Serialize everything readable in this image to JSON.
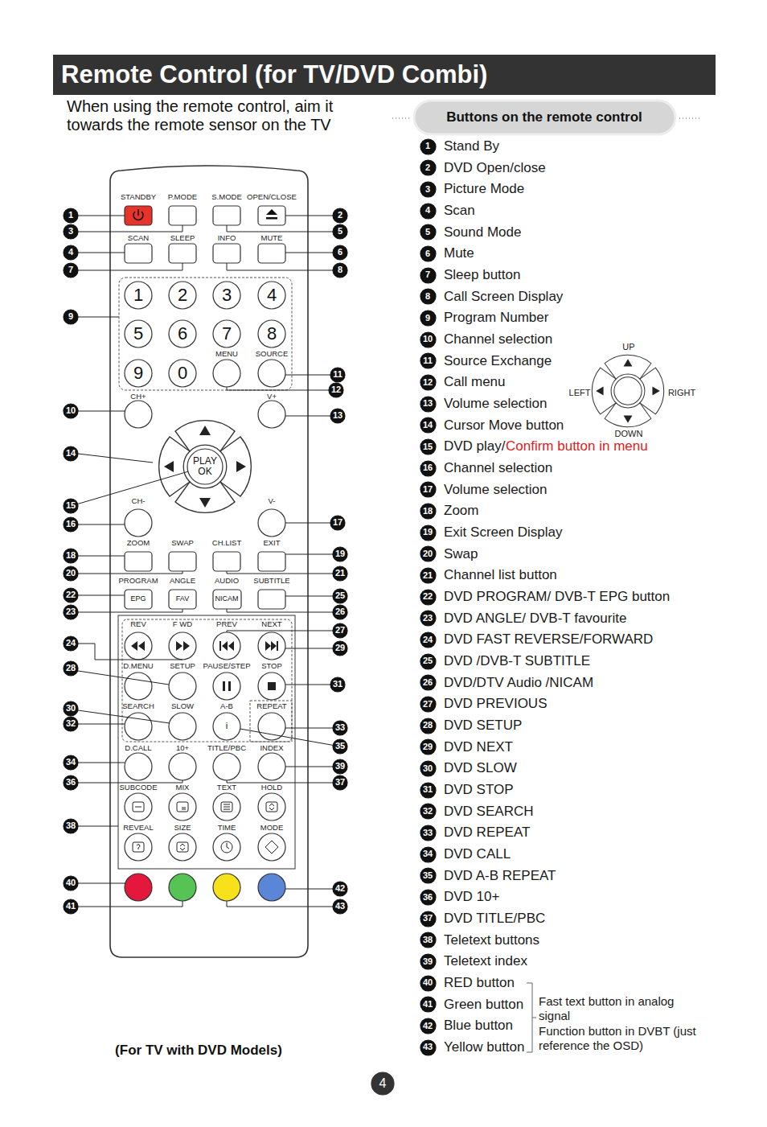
{
  "diagram": {
    "title": "Remote Control (for TV/DVD Combi)",
    "caption": "(For TV with DVD Models)",
    "nodes": [
      {
        "text": [
          "Buttons on the remote control"
        ]
      },
      {
        "text": [
          "1"
        ]
      },
      {
        "text": [
          "2"
        ]
      },
      {
        "text": [
          "3"
        ]
      },
      {
        "text": [
          "4"
        ]
      },
      {
        "text": [
          "5"
        ]
      },
      {
        "text": [
          "6"
        ]
      },
      {
        "text": [
          "7"
        ]
      },
      {
        "text": [
          "8"
        ]
      },
      {
        "text": [
          "9"
        ]
      },
      {
        "text": [
          "10"
        ]
      },
      {
        "text": [
          "11"
        ]
      },
      {
        "text": [
          "12"
        ]
      },
      {
        "text": [
          "13"
        ]
      },
      {
        "text": [
          "14"
        ]
      },
      {
        "text": [
          "15"
        ]
      },
      {
        "text": [
          "16"
        ]
      },
      {
        "text": [
          "17"
        ]
      },
      {
        "text": [
          "18"
        ]
      },
      {
        "text": [
          "19"
        ]
      },
      {
        "text": [
          "20"
        ]
      },
      {
        "text": [
          "21"
        ]
      },
      {
        "text": [
          "22"
        ]
      },
      {
        "text": [
          "23"
        ]
      },
      {
        "text": [
          "24"
        ]
      },
      {
        "text": [
          "25"
        ]
      },
      {
        "text": [
          "26"
        ]
      },
      {
        "text": [
          "27"
        ]
      },
      {
        "text": [
          "28"
        ]
      },
      {
        "text": [
          "29"
        ]
      },
      {
        "text": [
          "30"
        ]
      },
      {
        "text": [
          "31"
        ]
      },
      {
        "text": [
          "32"
        ]
      },
      {
        "text": [
          "33"
        ]
      },
      {
        "text": [
          "34"
        ]
      },
      {
        "text": [
          "35"
        ]
      },
      {
        "text": [
          "36"
        ]
      },
      {
        "text": [
          "37"
        ]
      },
      {
        "text": [
          "38"
        ]
      },
      {
        "text": [
          "39"
        ]
      },
      {
        "text": [
          "40"
        ]
      },
      {
        "text": [
          "41"
        ]
      },
      {
        "text": [
          "42"
        ]
      },
      {
        "text": [
          "43"
        ]
      },
      {
        "text": [
          "1"
        ]
      },
      {
        "text": [
          "2"
        ]
      },
      {
        "text": [
          "3"
        ]
      },
      {
        "text": [
          "4"
        ]
      },
      {
        "text": [
          "5"
        ]
      },
      {
        "text": [
          "6"
        ]
      },
      {
        "text": [
          "7"
        ]
      },
      {
        "text": [
          "8"
        ]
      },
      {
        "text": [
          "9"
        ]
      },
      {
        "text": [
          "10"
        ]
      },
      {
        "text": [
          "11"
        ]
      },
      {
        "text": [
          "12"
        ]
      },
      {
        "text": [
          "13"
        ]
      },
      {
        "text": [
          "14"
        ]
      },
      {
        "text": [
          "15"
        ]
      },
      {
        "text": [
          "16"
        ]
      },
      {
        "text": [
          "17"
        ]
      },
      {
        "text": [
          "18"
        ]
      },
      {
        "text": [
          "19"
        ]
      },
      {
        "text": [
          "20"
        ]
      },
      {
        "text": [
          "21"
        ]
      },
      {
        "text": [
          "22"
        ]
      },
      {
        "text": [
          "23"
        ]
      },
      {
        "text": [
          "24"
        ]
      },
      {
        "text": [
          "25"
        ]
      },
      {
        "text": [
          "26"
        ]
      },
      {
        "text": [
          "27"
        ]
      },
      {
        "text": [
          "28"
        ]
      },
      {
        "text": [
          "29"
        ]
      },
      {
        "text": [
          "30"
        ]
      },
      {
        "text": [
          "31"
        ]
      },
      {
        "text": [
          "32"
        ]
      },
      {
        "text": [
          "33"
        ]
      },
      {
        "text": [
          "34"
        ]
      },
      {
        "text": [
          "35"
        ]
      },
      {
        "text": [
          "36"
        ]
      },
      {
        "text": [
          "37"
        ]
      },
      {
        "text": [
          "38"
        ]
      },
      {
        "text": [
          "39"
        ]
      },
      {
        "text": [
          "40"
        ]
      },
      {
        "text": [
          "41"
        ]
      },
      {
        "text": [
          "42"
        ]
      },
      {
        "text": [
          "43"
        ]
      },
      {
        "text": [
          "1"
        ]
      },
      {
        "text": [
          "2"
        ]
      },
      {
        "text": [
          "3"
        ]
      },
      {
        "text": [
          "4"
        ]
      },
      {
        "text": [
          "5"
        ]
      },
      {
        "text": [
          "6"
        ]
      },
      {
        "text": [
          "7"
        ]
      },
      {
        "text": [
          "8"
        ]
      },
      {
        "text": [
          "9"
        ]
      },
      {
        "text": [
          "0"
        ]
      },
      {
        "text": [
          "PLAY OK"
        ]
      },
      {
        "text": [
          "EPG"
        ]
      },
      {
        "text": [
          "FAV"
        ]
      },
      {
        "text": [
          "NICAM"
        ]
      },
      {
        "text": [
          "i"
        ]
      },
      {
        "text": [
          "4"
        ]
      }
    ],
    "edges": [
      {
        "from": 15,
        "to": 97,
        "arrow": "none"
      },
      {
        "from": 22,
        "to": 98,
        "arrow": "none"
      },
      {
        "from": 23,
        "to": 99,
        "arrow": "none"
      },
      {
        "from": 26,
        "to": 100,
        "arrow": "none"
      },
      {
        "from": 35,
        "to": 101,
        "arrow": "none"
      }
    ],
    "labels": [
      "When using the remote control, aim it towards the remote sensor on the TV",
      "STANDBY",
      "P.MODE",
      "S.MODE",
      "OPEN/CLOSE",
      "SCAN",
      "SLEEP",
      "INFO",
      "MUTE",
      "MENU",
      "SOURCE",
      "CH+",
      "V+",
      "CH-",
      "V-",
      "ZOOM",
      "SWAP",
      "CH.LIST",
      "EXIT",
      "PROGRAM",
      "ANGLE",
      "AUDIO",
      "SUBTITLE",
      "REV",
      "F WD",
      "PREV",
      "NEXT",
      "D.MENU",
      "SETUP",
      "PAUSE/STEP",
      "STOP",
      "SEARCH",
      "SLOW",
      "A-B",
      "REPEAT",
      "D.CALL",
      "10+",
      "TITLE/PBC",
      "INDEX",
      "SUBCODE",
      "MIX",
      "TEXT",
      "HOLD",
      "REVEAL",
      "SIZE",
      "TIME",
      "MODE",
      "Stand By",
      "DVD Open/close",
      "Picture Mode",
      "Scan",
      "Sound Mode",
      "Mute",
      "Sleep button",
      "Call Screen Display",
      "Program Number",
      "Channel selection",
      "Source Exchange",
      "Call menu",
      "Volume selection",
      "Cursor Move button",
      "DVD play/",
      "Confirm button in menu",
      "Channel selection",
      "Volume selection",
      "Zoom",
      "Exit Screen Display",
      "Swap",
      "Channel list button",
      "DVD PROGRAM/ DVB-T EPG button",
      "DVD ANGLE/ DVB-T favourite",
      "DVD FAST REVERSE/FORWARD",
      "DVD /DVB-T SUBTITLE",
      "DVD/DTV Audio /NICAM",
      "DVD PREVIOUS",
      "DVD SETUP",
      "DVD NEXT",
      "DVD SLOW",
      "DVD STOP",
      "DVD SEARCH",
      "DVD REPEAT",
      "DVD CALL",
      "DVD A-B REPEAT",
      "DVD 10+",
      "DVD TITLE/PBC",
      "Teletext buttons",
      "Teletext index",
      "RED button",
      "Green button",
      "Blue button",
      "Yellow button",
      "UP",
      "LEFT",
      "RIGHT",
      "DOWN",
      "Fast text button in analog signal",
      "Function button in DVBT (just reference the OSD)"
    ]
  }
}
